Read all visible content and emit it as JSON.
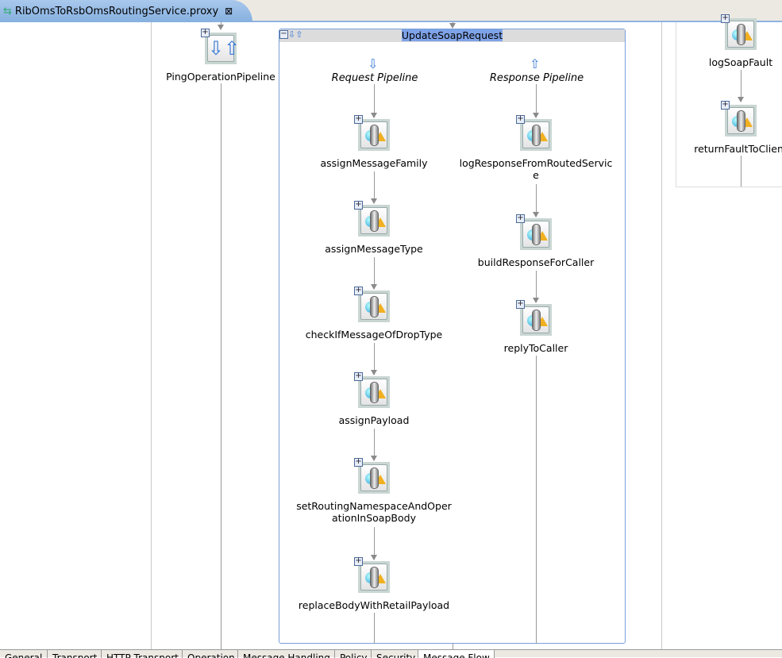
{
  "editor_tab": {
    "title": "RibOmsToRsbOmsRoutingService.proxy",
    "icon": "proxy-service-icon"
  },
  "ping_node": {
    "label": "PingOperationPipeline"
  },
  "stage": {
    "title": "UpdateSoapRequest",
    "request_pipeline": {
      "label": "Request Pipeline",
      "nodes": [
        "assignMessageFamily",
        "assignMessageType",
        "checkIfMessageOfDropType",
        "assignPayload",
        "setRoutingNamespaceAndOper\nationInSoapBody",
        "replaceBodyWithRetailPayload"
      ]
    },
    "response_pipeline": {
      "label": "Response Pipeline",
      "nodes": [
        "logResponseFromRoutedServic\ne",
        "buildResponseForCaller",
        "replyToCaller"
      ]
    }
  },
  "error_handler": {
    "nodes": [
      "logSoapFault",
      "returnFaultToClient"
    ]
  },
  "bottom_tabs": [
    "General",
    "Transport",
    "HTTP Transport",
    "Operation",
    "Message Handling",
    "Policy",
    "Security",
    "Message Flow"
  ],
  "active_bottom_tab": "Message Flow"
}
